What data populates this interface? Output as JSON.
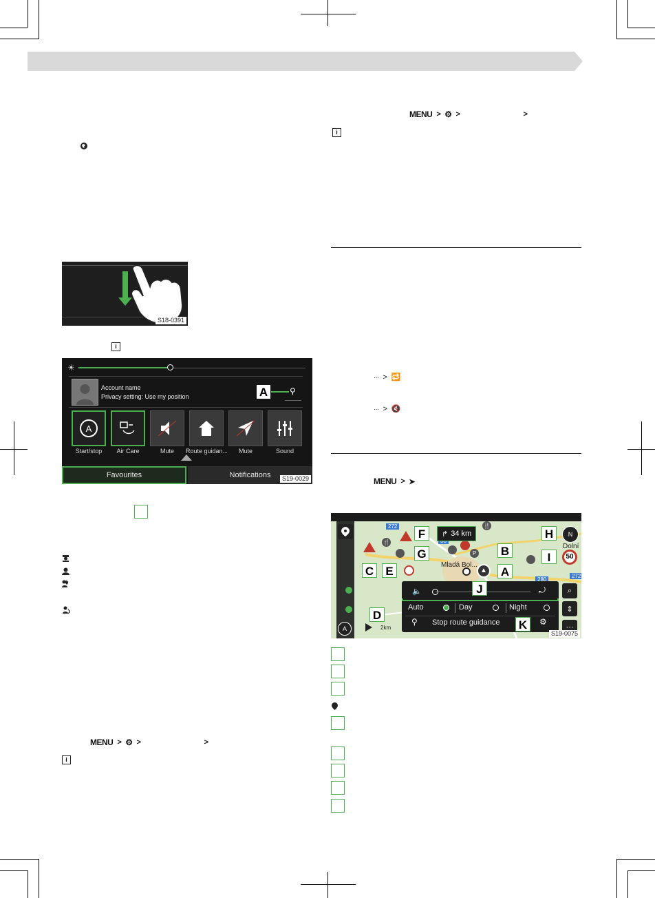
{
  "left_column": {
    "figure1": {
      "id": "S18-0391"
    },
    "figure2": {
      "id": "S19-0029",
      "account_name": "Account name",
      "privacy_setting": "Privacy setting: Use my position",
      "callout_a": "A",
      "tiles": [
        {
          "label": "Start/stop",
          "icon": "start-stop-icon",
          "active": true
        },
        {
          "label": "Air Care",
          "icon": "air-care-icon",
          "active": true
        },
        {
          "label": "Mute",
          "icon": "speaker-mute-icon",
          "active": false
        },
        {
          "label": "Route guidan...",
          "icon": "home-route-icon",
          "active": false
        },
        {
          "label": "Mute",
          "icon": "navigation-mute-icon",
          "active": false
        },
        {
          "label": "Sound",
          "icon": "equalizer-icon",
          "active": false
        }
      ],
      "tabs": {
        "favourites": "Favourites",
        "notifications": "Notifications"
      }
    },
    "menu_path": {
      "menu": "MENU",
      "sep": ">"
    }
  },
  "right_column": {
    "menu_path_top": {
      "menu": "MENU",
      "sep": ">"
    },
    "menu_path_mid1": {
      "dots": "···",
      "sep": ">"
    },
    "menu_path_mid2": {
      "dots": "···",
      "sep": ">"
    },
    "menu_path_nav": {
      "menu": "MENU",
      "sep": ">"
    },
    "figure3": {
      "id": "S19-0075",
      "road_number_1": "272",
      "road_number_2": "38",
      "road_number_3": "280",
      "road_number_4": "272",
      "town_1": "Mladá Bol...",
      "town_2": "Dolní",
      "distance_top": "34 km",
      "distance_bottom": "2km",
      "speed_limit": "50",
      "callouts": {
        "a": "A",
        "b": "B",
        "c": "C",
        "d": "D",
        "e": "E",
        "f": "F",
        "g": "G",
        "h": "H",
        "i": "I",
        "j": "J",
        "k": "K"
      },
      "brightness": {
        "auto": "Auto",
        "day": "Day",
        "night": "Night"
      },
      "stop_route": "Stop route guidance",
      "more": "···"
    }
  },
  "colors": {
    "accent_green": "#4caf50",
    "header_gray": "#d9d9d9",
    "panel_dark": "#151515"
  }
}
